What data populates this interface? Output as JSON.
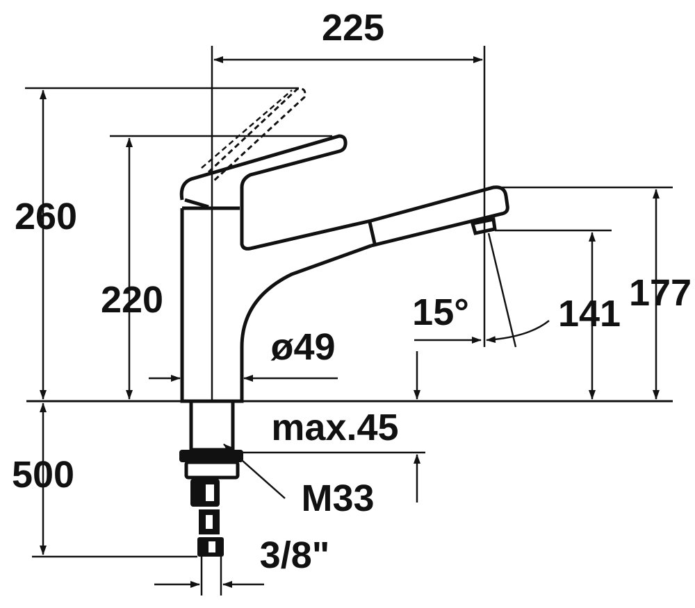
{
  "dimensions": {
    "width_total": "225",
    "height_lever_raised": "260",
    "height_lever": "220",
    "body_diameter": "ø49",
    "spout_height": "177",
    "outlet_height": "141",
    "swivel_angle": "15°",
    "max_thickness": "max.45",
    "nut_thread": "M33",
    "hose_length": "500",
    "connection": "3/8\""
  },
  "colors": {
    "ink": "#111111",
    "background": "#ffffff"
  }
}
